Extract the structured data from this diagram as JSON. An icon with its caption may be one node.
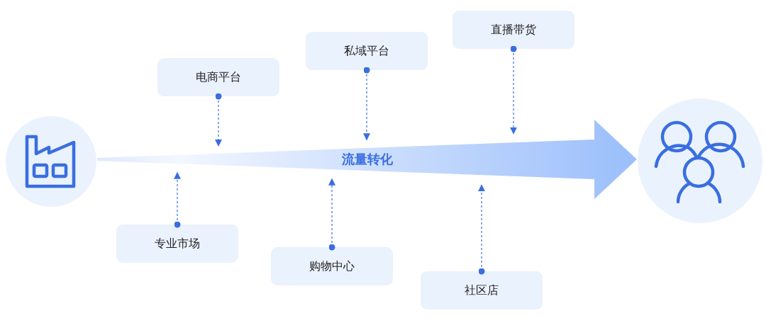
{
  "diagram": {
    "nodes": [
      {
        "text": [],
        "shape": "circle"
      },
      {
        "text": [
          "电商平台"
        ]
      },
      {
        "text": [
          "私域平台"
        ]
      },
      {
        "text": [
          "直播带货"
        ]
      },
      {
        "text": [],
        "shape": "circle"
      },
      {
        "text": [
          "专业市场"
        ]
      },
      {
        "text": [
          "购物中心"
        ]
      },
      {
        "text": [
          "社区店"
        ]
      }
    ],
    "edges": [
      {
        "from": 0,
        "to": 4,
        "arrow": "to",
        "label": "流量转化",
        "style": "thick"
      },
      {
        "from": 1,
        "to": null,
        "arrow": "to",
        "style": "dashed"
      },
      {
        "from": 2,
        "to": null,
        "arrow": "to",
        "style": "dashed"
      },
      {
        "from": 3,
        "to": null,
        "arrow": "to",
        "style": "dashed"
      },
      {
        "from": 5,
        "to": null,
        "arrow": "to",
        "style": "dashed"
      },
      {
        "from": 6,
        "to": null,
        "arrow": "to",
        "style": "dashed"
      },
      {
        "from": 7,
        "to": null,
        "arrow": "to",
        "style": "dashed"
      }
    ]
  }
}
